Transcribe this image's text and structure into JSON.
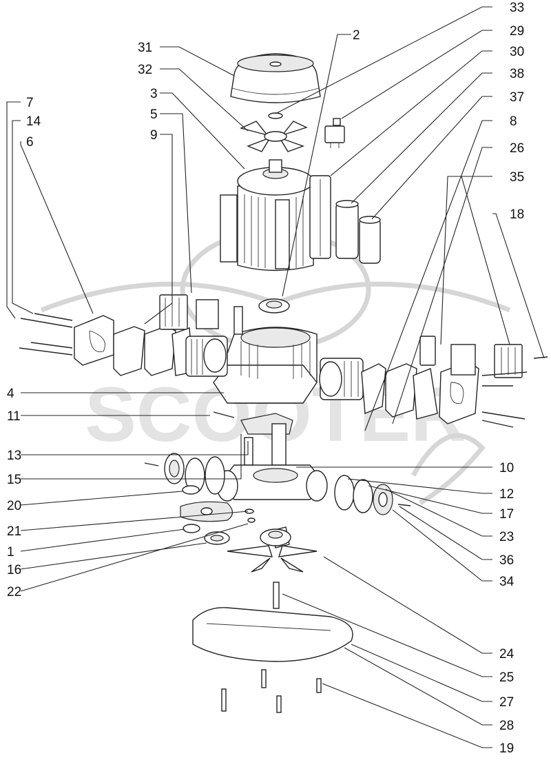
{
  "diagram": {
    "watermark": "SCOOTER",
    "labels": {
      "l33": "33",
      "l2": "2",
      "l29": "29",
      "l31": "31",
      "l30": "30",
      "l32": "32",
      "l38": "38",
      "l3": "3",
      "l37": "37",
      "l7": "7",
      "l5": "5",
      "l8": "8",
      "l14": "14",
      "l9": "9",
      "l26": "26",
      "l6": "6",
      "l35": "35",
      "l18": "18",
      "l4": "4",
      "l11": "11",
      "l13": "13",
      "l10": "10",
      "l15": "15",
      "l12": "12",
      "l20": "20",
      "l17": "17",
      "l21": "21",
      "l23": "23",
      "l1": "1",
      "l36": "36",
      "l16": "16",
      "l34": "34",
      "l22": "22",
      "l24": "24",
      "l25": "25",
      "l27": "27",
      "l28": "28",
      "l19": "19"
    }
  }
}
